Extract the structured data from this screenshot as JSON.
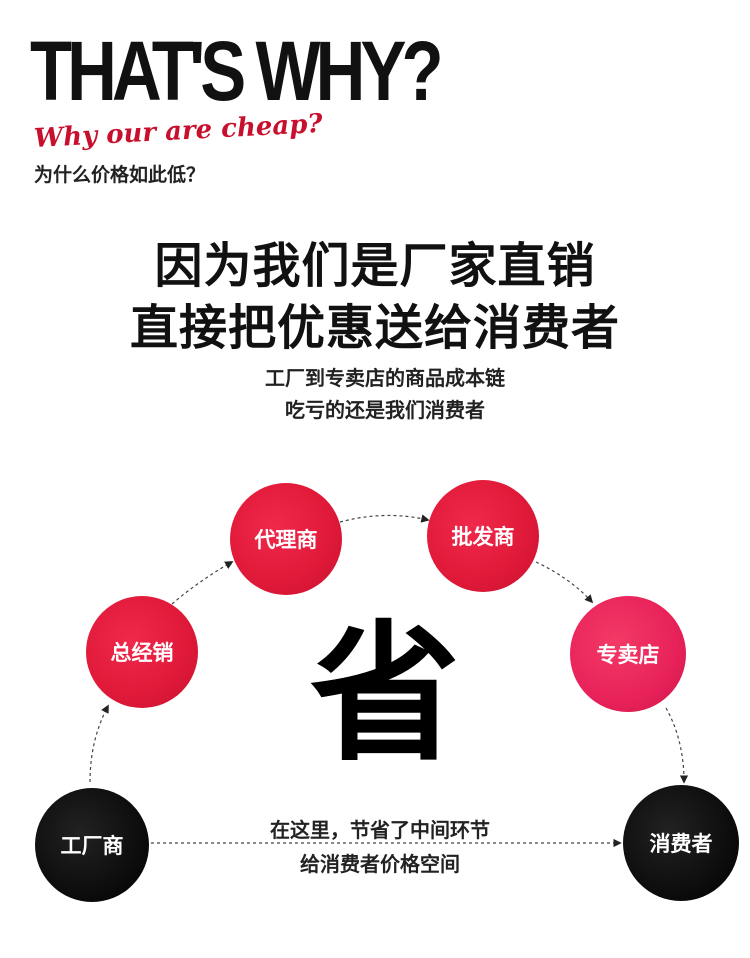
{
  "header": {
    "headline": "THAT'S WHY?",
    "subtitle_en": "Why our are cheap?",
    "subtitle_cn": "为什么价格如此低？"
  },
  "main": {
    "line1": "因为我们是厂家直销",
    "line2": "直接把优惠送给消费者",
    "sub_line1": "工厂到专卖店的商品成本链",
    "sub_line2": "吃亏的还是我们消费者"
  },
  "flow": {
    "nodes": [
      {
        "label": "工厂商",
        "color": "#000000"
      },
      {
        "label": "总经销",
        "color": "#e11a3a"
      },
      {
        "label": "代理商",
        "color": "#e11a3a"
      },
      {
        "label": "批发商",
        "color": "#e11a3a"
      },
      {
        "label": "专卖店",
        "color": "#e8225a"
      },
      {
        "label": "消费者",
        "color": "#000000"
      }
    ],
    "center_char": "省",
    "center_line1": "在这里，节省了中间环节",
    "center_line2": "给消费者价格空间"
  }
}
